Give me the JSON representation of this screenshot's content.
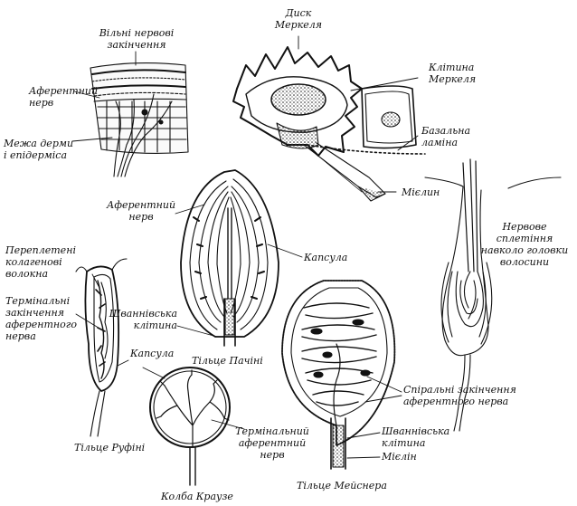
{
  "labels": {
    "free_endings": "Вільні нервові\nзакінчення",
    "afferent_nerve_1": "Аферентний\nнерв",
    "dermis_border": "Межа дерми\nі епідерміса",
    "merkel_disc": "Диск\nМеркеля",
    "merkel_cell": "Клітина\nМеркеля",
    "basal_lamina": "Базальна\nламіна",
    "myelin_1": "Мієлин",
    "afferent_nerve_2": "Аферентний\nнерв",
    "capsule_1": "Капсула",
    "schwann_1": "Шваннівська\nклітина",
    "pacini": "Тільце Пачіні",
    "hair_plexus": "Нервове сплетіння\nнавколо головки\nволосини",
    "collagen": "Переплетені\nколагенові\nволокна",
    "terminal_endings": "Термінальні\nзакінчення\nаферентного\nнерва",
    "capsule_2": "Капсула",
    "ruffini": "Тільце Руфіні",
    "krause": "Колба Краузе",
    "terminal_afferent": "Термінальний\nаферентний\nнерв",
    "spiral_endings": "Спіральні закінчення\nаферентного нерва",
    "schwann_2": "Шваннівська\nклітина",
    "myelin_2": "Мієлін",
    "meissner": "Тільце Мейснера"
  }
}
